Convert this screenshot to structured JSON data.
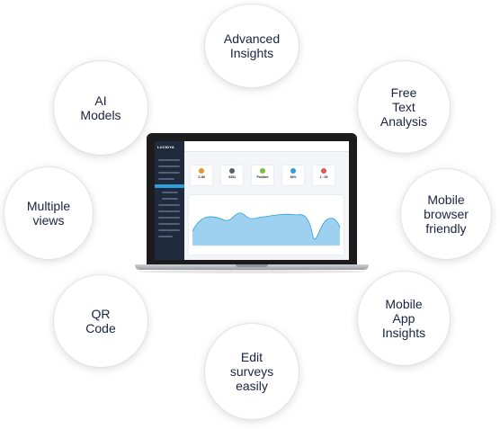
{
  "features": [
    {
      "id": "advanced-insights",
      "label": "Advanced\nInsights"
    },
    {
      "id": "free-text-analysis",
      "label": "Free\nText\nAnalysis"
    },
    {
      "id": "mobile-browser-friendly",
      "label": "Mobile\nbrowser\nfriendly"
    },
    {
      "id": "mobile-app-insights",
      "label": "Mobile\nApp\nInsights"
    },
    {
      "id": "edit-surveys-easily",
      "label": "Edit\nsurveys\neasily"
    },
    {
      "id": "qr-code",
      "label": "QR\nCode"
    },
    {
      "id": "multiple-views",
      "label": "Multiple\nviews"
    },
    {
      "id": "ai-models",
      "label": "AI\nModels"
    }
  ],
  "laptop": {
    "logo": "LUCIDYA",
    "kpis": [
      "2.1M",
      "5354",
      "Positive",
      "64%",
      "1 : 35"
    ],
    "kpi_colors": [
      "#f0922b",
      "#5a5f66",
      "#7cbf3a",
      "#2d9fdc",
      "#e25555"
    ]
  }
}
